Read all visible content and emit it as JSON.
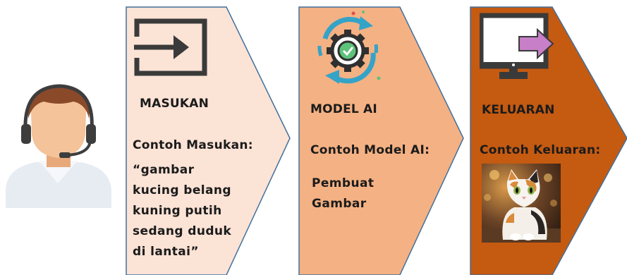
{
  "steps": [
    {
      "heading": "MASUKAN",
      "example_label": "Contoh  Masukan:",
      "example_text": "“gambar\nkucing belang\nkuning putih\nsedang duduk\ndi lantai”",
      "icon": "input-arrow-icon",
      "fill": "#fbe3d6"
    },
    {
      "heading": "MODEL AI",
      "example_label": "Contoh  Model AI:",
      "example_text": "Pembuat\nGambar",
      "icon": "gear-cycle-icon",
      "fill": "#f4b183"
    },
    {
      "heading": "KELUARAN",
      "example_label": "Contoh  Keluaran:",
      "image_content": "cat-photo",
      "icon": "monitor-output-icon",
      "fill": "#c55a11"
    }
  ],
  "user_icon": "headset-user-icon",
  "outline_color": "#41719c"
}
